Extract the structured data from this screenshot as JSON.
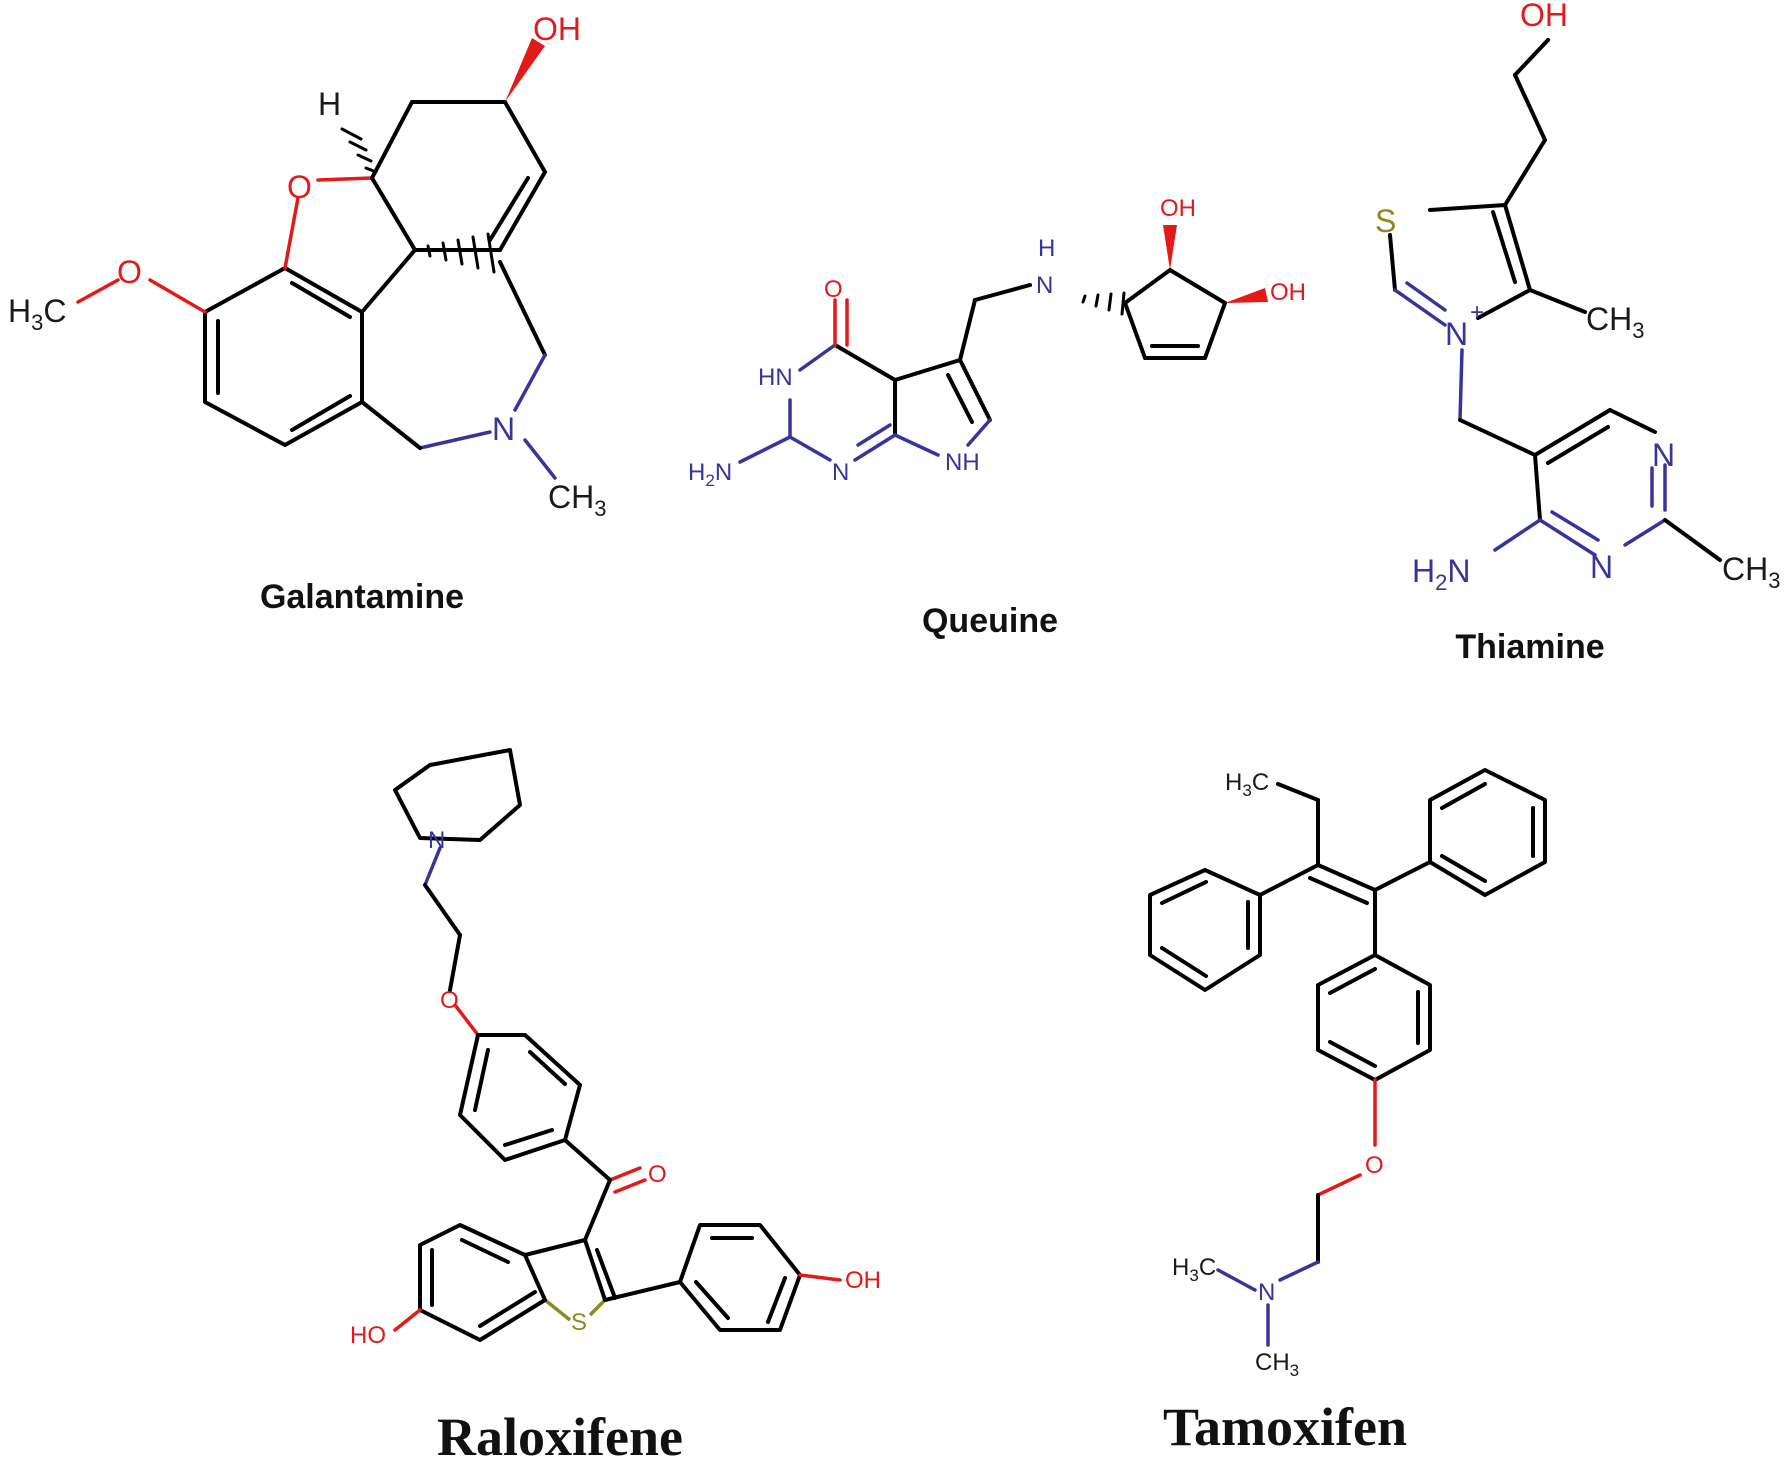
{
  "molecules": {
    "galantamine": {
      "name": "Galantamine",
      "atoms": {
        "oh": "OH",
        "h": "H",
        "o_ring": "O",
        "o_methoxy": "O",
        "h3c": "H",
        "h3c_sub": "3",
        "h3c_c": "C",
        "n": "N",
        "ch3": "CH",
        "ch3_sub": "3"
      }
    },
    "queuine": {
      "name": "Queuine",
      "atoms": {
        "o_keto": "O",
        "hn": "HN",
        "h2n": "H",
        "h2n_sub": "2",
        "h2n_n": "N",
        "n_ring": "N",
        "nh_ring": "NH",
        "h_amine": "H",
        "n_amine": "N",
        "oh_top": "OH",
        "oh_right": "OH"
      }
    },
    "thiamine": {
      "name": "Thiamine",
      "atoms": {
        "oh": "OH",
        "s": "S",
        "n_plus": "N",
        "plus": "+",
        "ch3": "CH",
        "ch3_sub": "3",
        "n_top": "N",
        "n_bottom": "N",
        "h2n": "H",
        "h2n_sub": "2",
        "h2n_n": "N",
        "ch3_right": "CH",
        "ch3_right_sub": "3"
      }
    },
    "raloxifene": {
      "name": "Raloxifene",
      "atoms": {
        "n": "N",
        "o_ether": "O",
        "o_keto": "O",
        "oh_right": "OH",
        "ho_left": "HO",
        "s": "S"
      }
    },
    "tamoxifen": {
      "name": "Tamoxifen",
      "atoms": {
        "h3c": "H",
        "h3c_sub": "3",
        "h3c_c": "C",
        "o": "O",
        "h3c_n": "H",
        "h3c_n_sub": "3",
        "h3c_n_c": "C",
        "n": "N",
        "ch3": "CH",
        "ch3_sub": "3"
      }
    }
  },
  "colors": {
    "bond": "#000000",
    "oxygen": "#e21a1a",
    "nitrogen": "#35359a",
    "sulfur": "#8a8a1e"
  }
}
